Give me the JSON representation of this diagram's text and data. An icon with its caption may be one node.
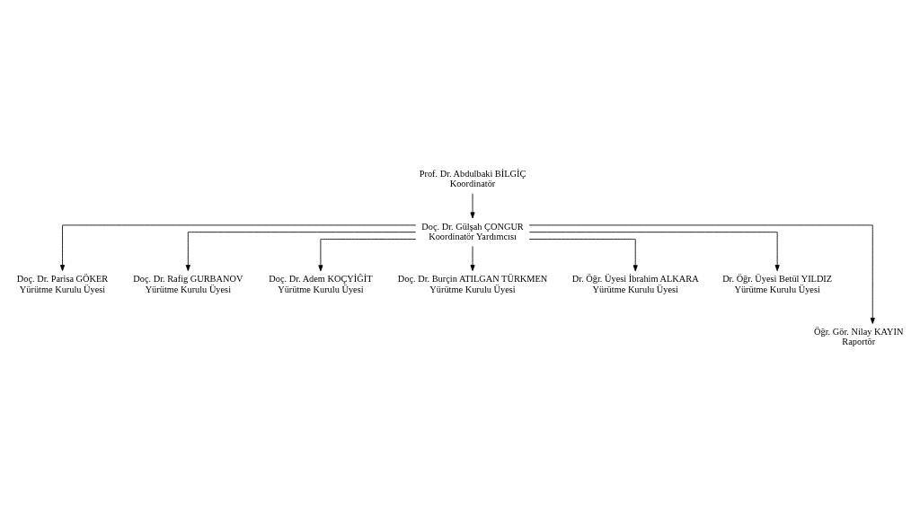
{
  "diagram": {
    "nodes": [
      {
        "text": [
          "Prof. Dr. Abdulbaki BİLGİÇ",
          "Koordinatör"
        ]
      },
      {
        "text": [
          "Doç. Dr. Gülşah ÇONGUR",
          "Koordinatör Yardımcısı"
        ]
      },
      {
        "text": [
          "Doç. Dr. Parisa GÖKER",
          "Yürütme Kurulu Üyesi"
        ]
      },
      {
        "text": [
          "Doç. Dr. Rafig GURBANOV",
          "Yürütme Kurulu Üyesi"
        ]
      },
      {
        "text": [
          "Doç. Dr. Adem KOÇYİĞİT",
          "Yürütme Kurulu Üyesi"
        ]
      },
      {
        "text": [
          "Doç. Dr. Burçin ATILGAN TÜRKMEN",
          "Yürütme Kurulu Üyesi"
        ]
      },
      {
        "text": [
          "Dr. Öğr. Üyesi İbrahim ALKARA",
          "Yürütme Kurulu Üyesi"
        ]
      },
      {
        "text": [
          "Dr. Öğr. Üyesi Betül YILDIZ",
          "Yürütme Kurulu Üyesi"
        ]
      },
      {
        "text": [
          "Öğr. Gör. Nilay KAYIN",
          "Raportör"
        ]
      }
    ],
    "edges": [
      {
        "from": 0,
        "to": 1,
        "arrow": "to"
      },
      {
        "from": 1,
        "to": 2,
        "arrow": "to"
      },
      {
        "from": 1,
        "to": 3,
        "arrow": "to"
      },
      {
        "from": 1,
        "to": 4,
        "arrow": "to"
      },
      {
        "from": 1,
        "to": 8,
        "arrow": "to"
      },
      {
        "from": 1,
        "to": 5,
        "arrow": "to"
      },
      {
        "from": 1,
        "to": 6,
        "arrow": "to"
      },
      {
        "from": 1,
        "to": 7,
        "arrow": "to"
      }
    ]
  }
}
